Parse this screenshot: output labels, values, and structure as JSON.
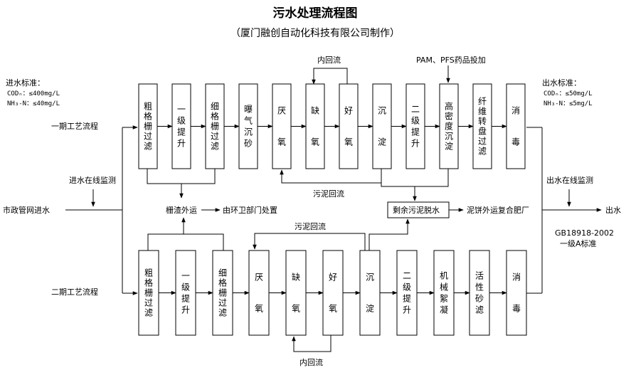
{
  "title": "污水处理流程图",
  "subtitle": "（厦门融创自动化科技有限公司制作）",
  "inlet_standard": {
    "heading": "进水标准：",
    "cod": "CODₙ：≤400mg/L",
    "nh3": "NH₃-N：≤40mg/L"
  },
  "outlet_standard": {
    "heading": "出水标准：",
    "cod": "CODₙ：≤50mg/L",
    "nh3": "NH₃-N：≤5mg/L"
  },
  "labels": {
    "phase1": "一期工艺流程",
    "phase2": "二期工艺流程",
    "inlet_monitor": "进水在线监测",
    "outlet_monitor": "出水在线监测",
    "inlet": "市政管网进水",
    "outlet": "出水",
    "screenings": "栅渣外运",
    "sanitation": "由环卫部门处置",
    "sludge_dewater": "剩余污泥脱水",
    "sludge_cake": "泥饼外运复合肥厂",
    "internal_recycle_top": "内回流",
    "internal_recycle_bottom": "内回流",
    "sludge_return_1": "污泥回流",
    "sludge_return_2": "污泥回流",
    "chem_dosing": "PAM、PFS药品投加",
    "standard_code": "GB18918-2002",
    "standard_level": "一级A标准"
  },
  "phase1_units": [
    "粗格栅过滤",
    "一级提升",
    "细格栅过滤",
    "曝气沉砂",
    "厌氧",
    "缺氧",
    "好氧",
    "沉淀",
    "二级提升",
    "高密度沉淀",
    "纤维转盘过滤",
    "消毒"
  ],
  "phase2_units": [
    "粗格栅过滤",
    "一级提升",
    "细格栅过滤",
    "厌氧",
    "缺氧",
    "好氧",
    "沉淀",
    "二级提升",
    "机械絮凝",
    "活性砂滤",
    "消毒"
  ]
}
